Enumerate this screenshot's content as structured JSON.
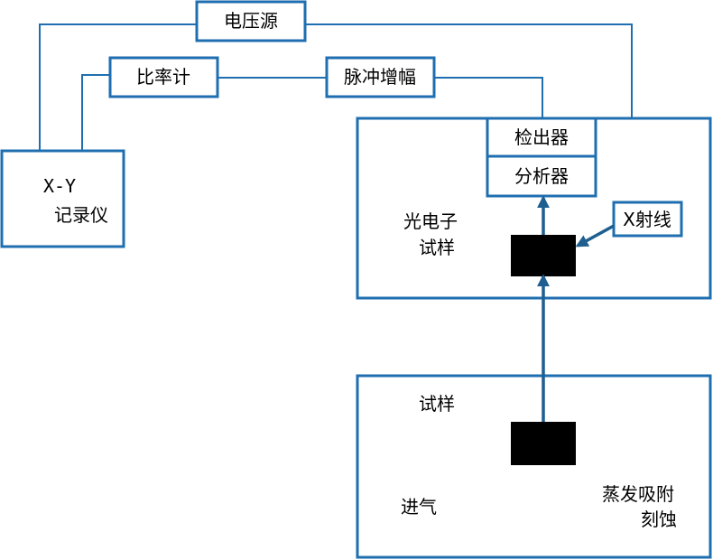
{
  "colors": {
    "box_stroke": "#1f6fb0",
    "arrow": "#1f5f8f",
    "sample_block": "#000000",
    "text": "#000000"
  },
  "labels": {
    "voltage_source": "电压源",
    "ratio_meter": "比率计",
    "pulse_amplifier": "脉冲增幅",
    "detector": "检出器",
    "analyzer": "分析器",
    "recorder_line1": "X-Y",
    "recorder_line2": "记录仪",
    "photoelectron_line1": "光电子",
    "photoelectron_line2": "试样",
    "xray": "X射线",
    "sample": "试样",
    "gas_inlet": "进气",
    "evaporation_line1": "蒸发吸附",
    "evaporation_line2": "刻蚀"
  }
}
